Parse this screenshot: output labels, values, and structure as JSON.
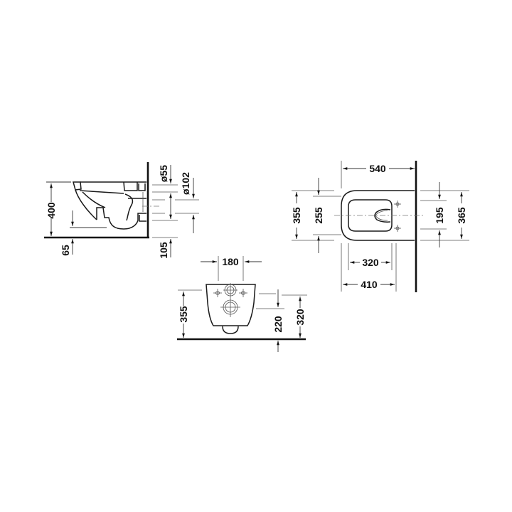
{
  "drawing": {
    "title": "Wall-mounted toilet technical dimension drawing",
    "units": "mm",
    "colors": {
      "line": "#111111",
      "background": "#ffffff"
    },
    "side_view": {
      "labels": {
        "height_total": "400",
        "floor_clearance": "65",
        "outlet_diameter_small": "ø55",
        "outlet_diameter_large": "ø102",
        "outlet_height": "105"
      }
    },
    "top_view": {
      "labels": {
        "length_total": "540",
        "width_outer": "355",
        "width_inner": "255",
        "bowl_length": "320",
        "seat_length": "410",
        "fixing_spacing": "195",
        "width_right": "365"
      }
    },
    "rear_view": {
      "labels": {
        "bolt_spacing": "180",
        "height_total": "355",
        "outlet_height": "220",
        "bolt_height": "320"
      }
    }
  }
}
